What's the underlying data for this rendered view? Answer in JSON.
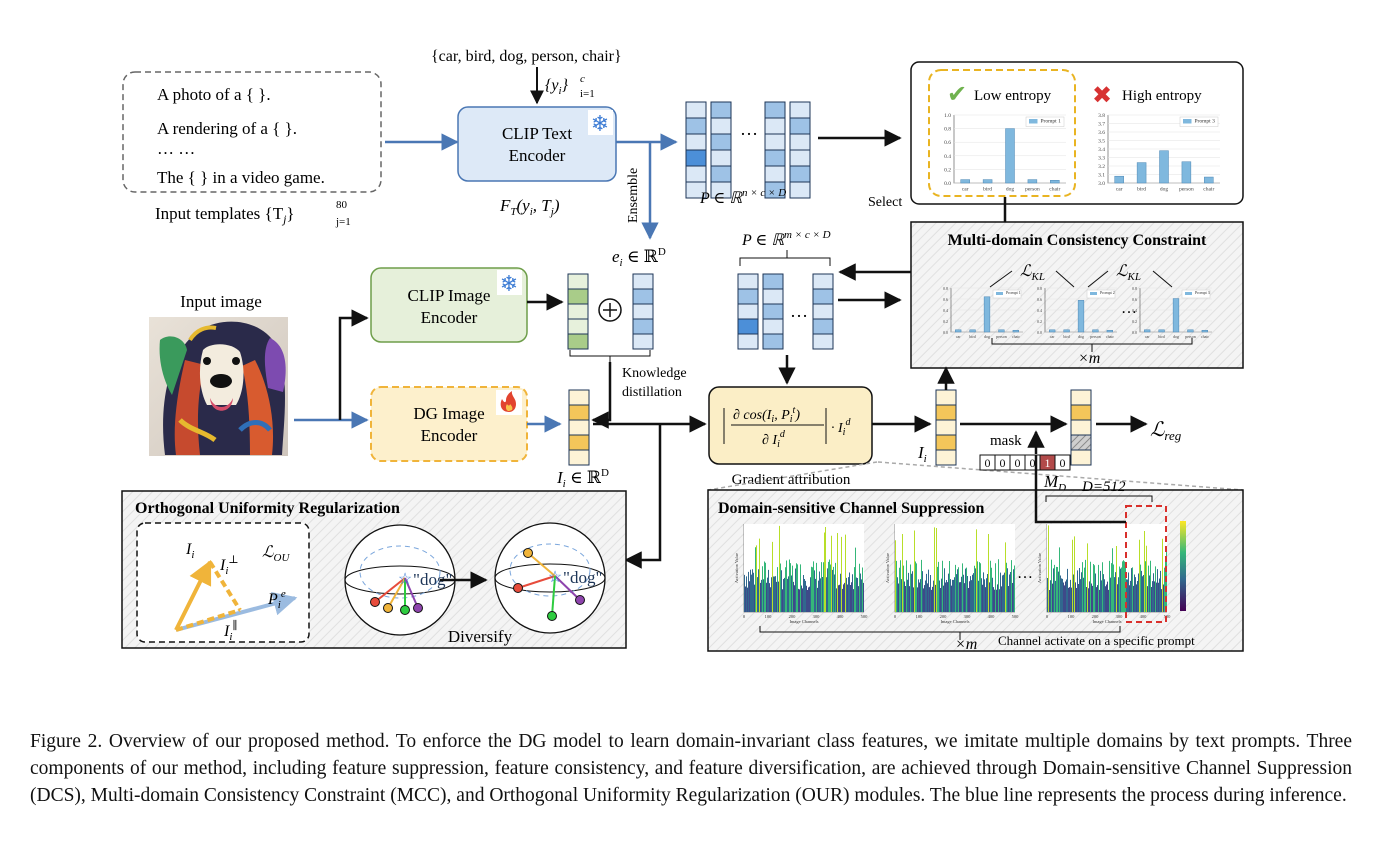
{
  "templates": {
    "lines": [
      "A photo of a { }.",
      "A rendering of a { }.",
      "… …",
      "The { } in a video game."
    ],
    "label": "Input templates {T",
    "label_sub": "j",
    "label_sup": "80",
    "label_subsup": "j=1",
    "label_end": "}"
  },
  "classes_label": "{car, bird, dog, person, chair}",
  "yi_label": "{y",
  "yi_sub": "i",
  "yi_sup": "c",
  "yi_subsup": "i=1",
  "yi_end": "}",
  "text_encoder": {
    "line1": "CLIP Text",
    "line2": "Encoder"
  },
  "ft_label": {
    "main": "F",
    "sub": "T",
    "args": "(y",
    "args_sub1": "i",
    "args_mid": ", T",
    "args_sub2": "j",
    "args_end": ")"
  },
  "ensemble_label": "Ensemble",
  "ei_label": {
    "e": "e",
    "sub": "i",
    "rest": " ∈ ℝ",
    "sup": "D"
  },
  "p_top_label": {
    "main": "P ∈ ℝ",
    "sup": "n × c × D"
  },
  "p_mid_label": {
    "main": "P ∈ ℝ",
    "sup": "m × c × D"
  },
  "ellipsis": "…",
  "select_label": "Select",
  "entropy": {
    "low": "Low entropy",
    "high": "High entropy",
    "check_icon": "✔",
    "cross_icon": "✖"
  },
  "entropy_low_chart": {
    "type": "bar",
    "categories": [
      "car",
      "bird",
      "dog",
      "person",
      "chair"
    ],
    "values": [
      0.05,
      0.05,
      0.8,
      0.05,
      0.04
    ],
    "ylim": [
      0.0,
      1.0
    ],
    "yticks": [
      "0.0",
      "0.2",
      "0.4",
      "0.6",
      "0.8",
      "1.0"
    ],
    "legend": "Prompt 1",
    "color": "#7fb8de"
  },
  "entropy_high_chart": {
    "type": "bar",
    "categories": [
      "car",
      "bird",
      "dog",
      "person",
      "chair"
    ],
    "values": [
      3.08,
      3.24,
      3.38,
      3.25,
      3.07
    ],
    "ylim": [
      3.0,
      3.8
    ],
    "yticks": [
      "3.0",
      "3.1",
      "3.2",
      "3.3",
      "3.4",
      "3.5",
      "3.6",
      "3.7",
      "3.8"
    ],
    "legend": "Prompt 3",
    "color": "#7fb8de"
  },
  "mcc": {
    "title": "Multi-domain Consistency Constraint",
    "lkl": "ℒ",
    "lkl_sub": "KL",
    "times_m": "×m",
    "charts": [
      {
        "legend": "Prompt 1",
        "values": [
          0.05,
          0.05,
          0.8,
          0.05,
          0.04
        ]
      },
      {
        "legend": "Prompt 2",
        "values": [
          0.05,
          0.05,
          0.72,
          0.05,
          0.04
        ]
      },
      {
        "legend": "Prompt 3",
        "values": [
          0.05,
          0.05,
          0.76,
          0.05,
          0.04
        ]
      }
    ],
    "categories": [
      "car",
      "bird",
      "dog",
      "person",
      "chair"
    ]
  },
  "input_image_label": "Input image",
  "image_encoder": {
    "line1": "CLIP Image",
    "line2": "Encoder"
  },
  "dg_encoder": {
    "line1": "DG Image",
    "line2": "Encoder"
  },
  "kd_label": {
    "line1": "Knowledge",
    "line2": "distillation"
  },
  "ii_label": {
    "main": "I",
    "sub": "i",
    "rest": " ∈ ℝ",
    "sup": "D"
  },
  "gradient": {
    "label": "Gradient attribution",
    "numer": "∂ cos(I",
    "numer_sub": "i",
    "numer_mid": ", P",
    "numer_sub2": "i",
    "numer_sup": "t",
    "numer_end": ")",
    "denom": "∂ I",
    "denom_sub": "i",
    "denom_sup": "d",
    "tail": "· I",
    "tail_sub": "i",
    "tail_sup": "d"
  },
  "ii_small": {
    "main": "I",
    "sub": "i"
  },
  "mask": {
    "label": "mask",
    "bits": [
      "0",
      "0",
      "0",
      "0",
      "1",
      "0"
    ],
    "md": "M",
    "md_sub": "D"
  },
  "lreg": {
    "main": "ℒ",
    "sub": "reg"
  },
  "our": {
    "title": "Orthogonal Uniformity Regularization",
    "lou": "ℒ",
    "lou_sub": "OU",
    "ii": "I",
    "ii_sub": "i",
    "iperp": "I",
    "iperp_sub": "i",
    "iperp_sup": "⊥",
    "ipar": "I",
    "ipar_sub": "i",
    "ipar_sup": "∥",
    "pe": "P",
    "pe_sub": "i",
    "pe_sup": "e",
    "dog": "\"dog\"",
    "diversify": "Diversify"
  },
  "dcs": {
    "title": "Domain-sensitive Channel Suppression",
    "d512": "D=512",
    "times_m": "×m",
    "note": "Channel activate on a specific prompt",
    "ylabel": "Activation Value",
    "xlabel": "Image Channels",
    "xticks": [
      "0",
      "100",
      "200",
      "300",
      "400",
      "500"
    ]
  },
  "caption": "Figure 2.  Overview of our proposed method.  To enforce the DG model to learn domain-invariant class features, we imitate multiple domains by text prompts. Three components of our method, including feature suppression, feature consistency, and feature diversification, are achieved through Domain-sensitive Channel Suppression (DCS), Multi-domain Consistency Constraint (MCC), and Orthogonal Uniformity Regularization (OUR) modules. The blue line represents the process during inference.",
  "colors": {
    "blue_line": "#4a77b4",
    "text_enc_fill": "#dde9f7",
    "img_enc_fill": "#e6f0da",
    "img_enc_stroke": "#6e9e4a",
    "dg_fill": "#fdf0cc",
    "dg_stroke": "#f0b43a",
    "gradient_fill": "#fbeec6",
    "mask_red": "#b24a4a"
  }
}
